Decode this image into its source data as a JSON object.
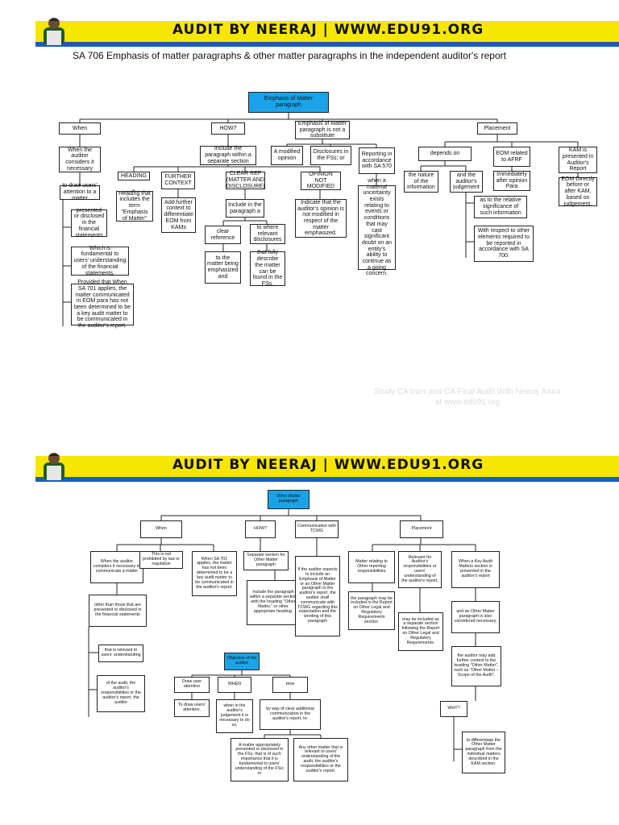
{
  "banner": {
    "text": "AUDIT BY NEERAJ | WWW.EDU91.ORG"
  },
  "title": "SA 706 Emphasis of matter paragraphs & other matter paragraphs in the independent auditor's report",
  "watermark": {
    "line1": "Study CA Inter and CA Final Audit With Neeraj Arora",
    "line2": "at www.edu91.org"
  },
  "colors": {
    "banner_yellow": "#f7e600",
    "banner_blue": "#1d5bb7",
    "highlight": "#1aa3e8"
  },
  "emphasis": {
    "root": "Emphasis of Matter paragraph",
    "when": "When",
    "when_1": "When the auditor considers it necessary",
    "when_2": "to draw users' attention to a matter",
    "when_3": "presented or disclosed in the financial statements",
    "when_4": "Which is fundamental to users' understanding of the financial statements,",
    "when_5": "Provided that When SA 701 applies, the matter communicated in EOM para has not been determined to be a key audit matter to be communicated in the auditor's report.",
    "how": "HOW?",
    "how_1": "Include the paragraph within a separate section",
    "heading": "HEADING",
    "heading_1": "Heading that includes the term \"Emphasis of Matter\"",
    "further": "FURTHER CONTEXT",
    "further_1": "Add further context to differentiate EOM from KAMs",
    "clear_ref": "CLEAR REF (MATTER AND DISCLOSURE)",
    "clear_ref_1": "Include in the paragraph a",
    "clear_ref_2": "clear reference",
    "clear_ref_3": "to the matter being emphasized and",
    "clear_ref_4": "to where relevant disclosures",
    "clear_ref_5": "that fully describe the matter can be found in the FSs.",
    "not_sub": "Emphasis of Matter paragraph is not a substitute",
    "not_sub_1": "A modified opinion",
    "not_sub_2": "Disclosures in the FSs; or",
    "not_sub_3": "Reporting in accordance with SA 570",
    "not_sub_4": "when a material uncertainty exists relating to events or conditions that may cast significant doubt on an entity's ability to continue as a going concern.",
    "opinion": "OPINION NOT MODIFIED",
    "opinion_1": "Indicate that the auditor's opinion is not modified in respect of the matter emphasized.",
    "placement": "Placement",
    "depends": "depends on",
    "depends_1": "the nature of the information",
    "depends_2": "and the auditor's judgement",
    "depends_3": "as to the relative significance of such information",
    "depends_4": "With respect to other elements required to be reported in accordance with SA 700.",
    "eom_afrf": "EOM related to AFRF",
    "eom_afrf_1": "Immediately after opinion Para",
    "kam": "KAM is presented in Auditor's Report",
    "kam_1": "EOM Directly before or after KAM, based on judgement."
  },
  "other": {
    "root": "Other Matter paragraph",
    "when": "When",
    "when_1": "When the auditor considers it necessary to communicate a matter",
    "when_2": "other than those that are presented or disclosed in the financial statements",
    "when_3": "that is relevant to users' understanding",
    "when_4": "of the audit, the auditor's responsibilities or the auditor's report, the auditor",
    "when_5": "This is not prohibited by law or regulation",
    "when_6": "When SA 701 applies, the matter has not been determined to be a key audit matter to be communicated in the auditor's report.",
    "how": "HOW?",
    "how_1": "Separate section for Other Matter paragraph",
    "how_2": "Include the paragraph within a separate section with the heading \"Other Matter,\" or other appropriate heading.",
    "comm": "Communication with TCWG",
    "comm_1": "If the auditor expects to include an Emphasis of Matter or an Other Matter paragraph in the auditor's report, the auditor shall communicate with TCWG regarding this expectation and the wording of this paragraph",
    "placement": "Placement",
    "pl_1": "Matter relating to Other reporting responsibilities",
    "pl_2": "the paragraph may be included in the Report on Other Legal and Regulatory Requirements section.",
    "pl_3": "Relevant for Auditor's responsibilities or users' understanding of the auditor's report,",
    "pl_4": "may be included as a separate section following the Report on Other Legal and Regulatory Requirements.",
    "pl_5": "When a Key Audit Matters section is presented in the auditor's report",
    "pl_6": "and an Other Matter paragraph is also considered necessary,",
    "pl_7": "the auditor may add further context to the heading \"Other Matter\", such as \"Other Matter – Scope of the Audit\".",
    "pl_8": "WHY?",
    "pl_9": "to differentiate the Other Matter paragraph from the individual matters described in the KAM section.",
    "obj": "Objective of the auditor",
    "obj_draw": "Draw user attention",
    "obj_draw_1": "To draw users' attention,",
    "obj_when": "WHEN",
    "obj_when_1": "when in the auditor's judgement it is necessary to do so,",
    "obj_how": "How",
    "obj_how_1": "by way of clear additional communication in the auditor's report, to:",
    "obj_how_2": "A matter appropriately presented or disclosed in the FSs, that is of such importance that it is fundamental to users' understanding of the FSs; or",
    "obj_how_3": "Any other matter that is relevant to users' understanding of the audit, the auditor's responsibilities or the auditor's report."
  }
}
